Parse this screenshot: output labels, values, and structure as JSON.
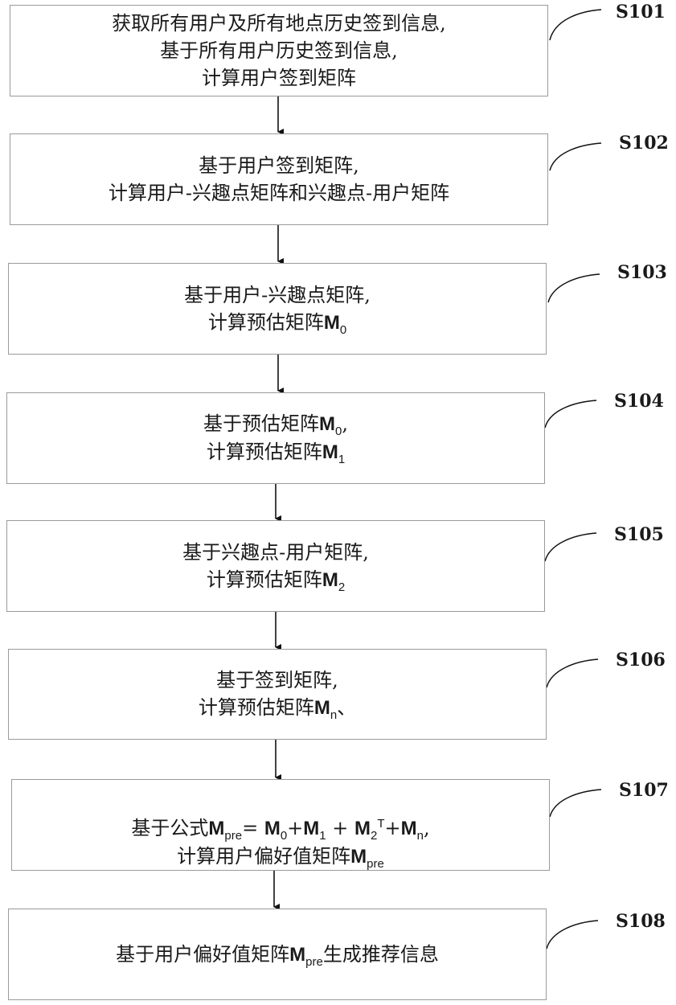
{
  "steps": [
    {
      "label": "S101",
      "lines": [
        "获取所有用户及所有地点历史签到信息,",
        "基于所有用户历史签到信息,",
        "计算用户签到矩阵"
      ]
    },
    {
      "label": "S102",
      "lines": [
        "基于用户签到矩阵,",
        "计算用户-兴趣点矩阵和兴趣点-用户矩阵"
      ]
    },
    {
      "label": "S103",
      "lines": [
        "基于用户-兴趣点矩阵,",
        "计算预估矩阵"
      ],
      "m0_text": "M",
      "m0_sub": "0"
    },
    {
      "label": "S104",
      "line1_prefix": "基于预估矩阵",
      "line1_suffix": ",",
      "line2_prefix": "计算预估矩阵",
      "M": "M",
      "sub0": "0",
      "sub1": "1"
    },
    {
      "label": "S105",
      "line1": "基于兴趣点-用户矩阵,",
      "line2_prefix": "计算预估矩阵",
      "M": "M",
      "sub2": "2"
    },
    {
      "label": "S106",
      "line1": "基于签到矩阵,",
      "line2_prefix": "计算预估矩阵",
      "M": "M",
      "subn": "n",
      "tail": "、"
    },
    {
      "label": "S107",
      "line1_prefix": "基于公式",
      "M": "M",
      "sub_pre": "pre",
      "eq": "=",
      "sub0": "0",
      "plus": "+",
      "sub1": "1",
      "plus_sp": " + ",
      "sub2": "2",
      "supT": "T",
      "subn": "n",
      "comma": ",",
      "line2_prefix": "计算用户偏好值矩阵"
    },
    {
      "label": "S108",
      "prefix": "基于用户偏好值矩阵",
      "M": "M",
      "sub_pre": "pre",
      "suffix": "生成推荐信息"
    }
  ]
}
